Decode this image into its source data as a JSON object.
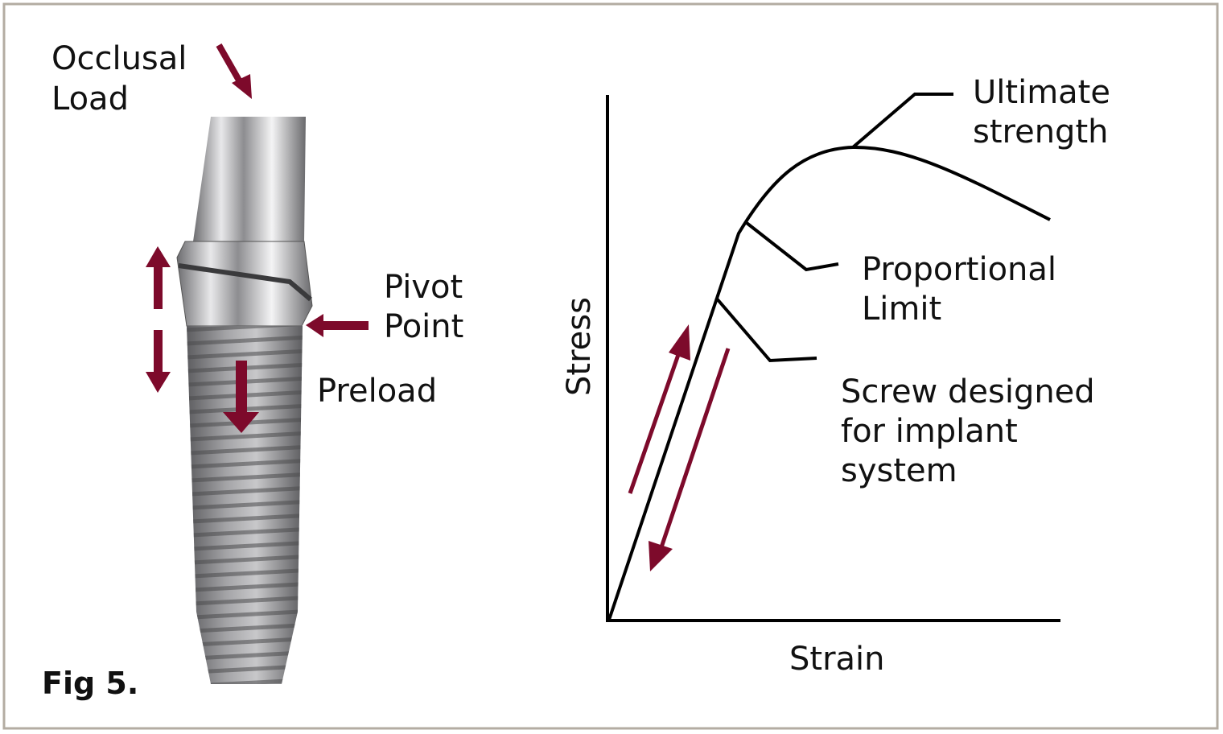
{
  "figure_label": "Fig 5.",
  "implant": {
    "occlusal_load_line1": "Occlusal",
    "occlusal_load_line2": "Load",
    "pivot_line1": "Pivot",
    "pivot_line2": "Point",
    "preload": "Preload"
  },
  "graph": {
    "y_axis_label": "Stress",
    "x_axis_label": "Strain",
    "ultimate_line1": "Ultimate",
    "ultimate_line2": "strength",
    "proportional_line1": "Proportional",
    "proportional_line2": "Limit",
    "screw_line1": "Screw designed",
    "screw_line2": "for implant",
    "screw_line3": "system"
  },
  "colors": {
    "arrow": "#7d0a2b",
    "border": "#b3aca2",
    "line": "#000000"
  }
}
